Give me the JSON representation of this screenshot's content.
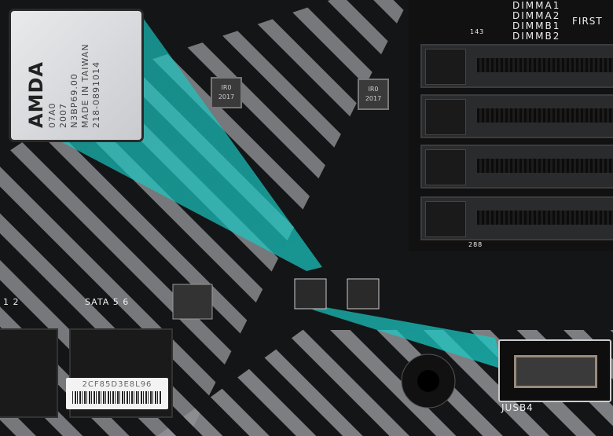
{
  "chip": {
    "logo": "AMDA",
    "lines": [
      "07A0",
      "2007",
      "N3BP69.00",
      "MADE IN TAIWAN",
      "218-0891014"
    ]
  },
  "inductors": [
    "IR0\n2017",
    "IR0\n2017"
  ],
  "dimm_labels": [
    "DIMMA1",
    "DIMMA2",
    "DIMMB1",
    "DIMMB2"
  ],
  "dimm_first": "FIRST",
  "ref_143": "143",
  "ref_288": "288",
  "sata_left": "1   2",
  "sata_right": "SATA 5   6",
  "barcode": "2CF85D3E8L96",
  "jusb": "JUSB4",
  "colors": {
    "highlight": "#19c9c4",
    "stripe": "#8a8c8f",
    "pcb": "#141516"
  }
}
